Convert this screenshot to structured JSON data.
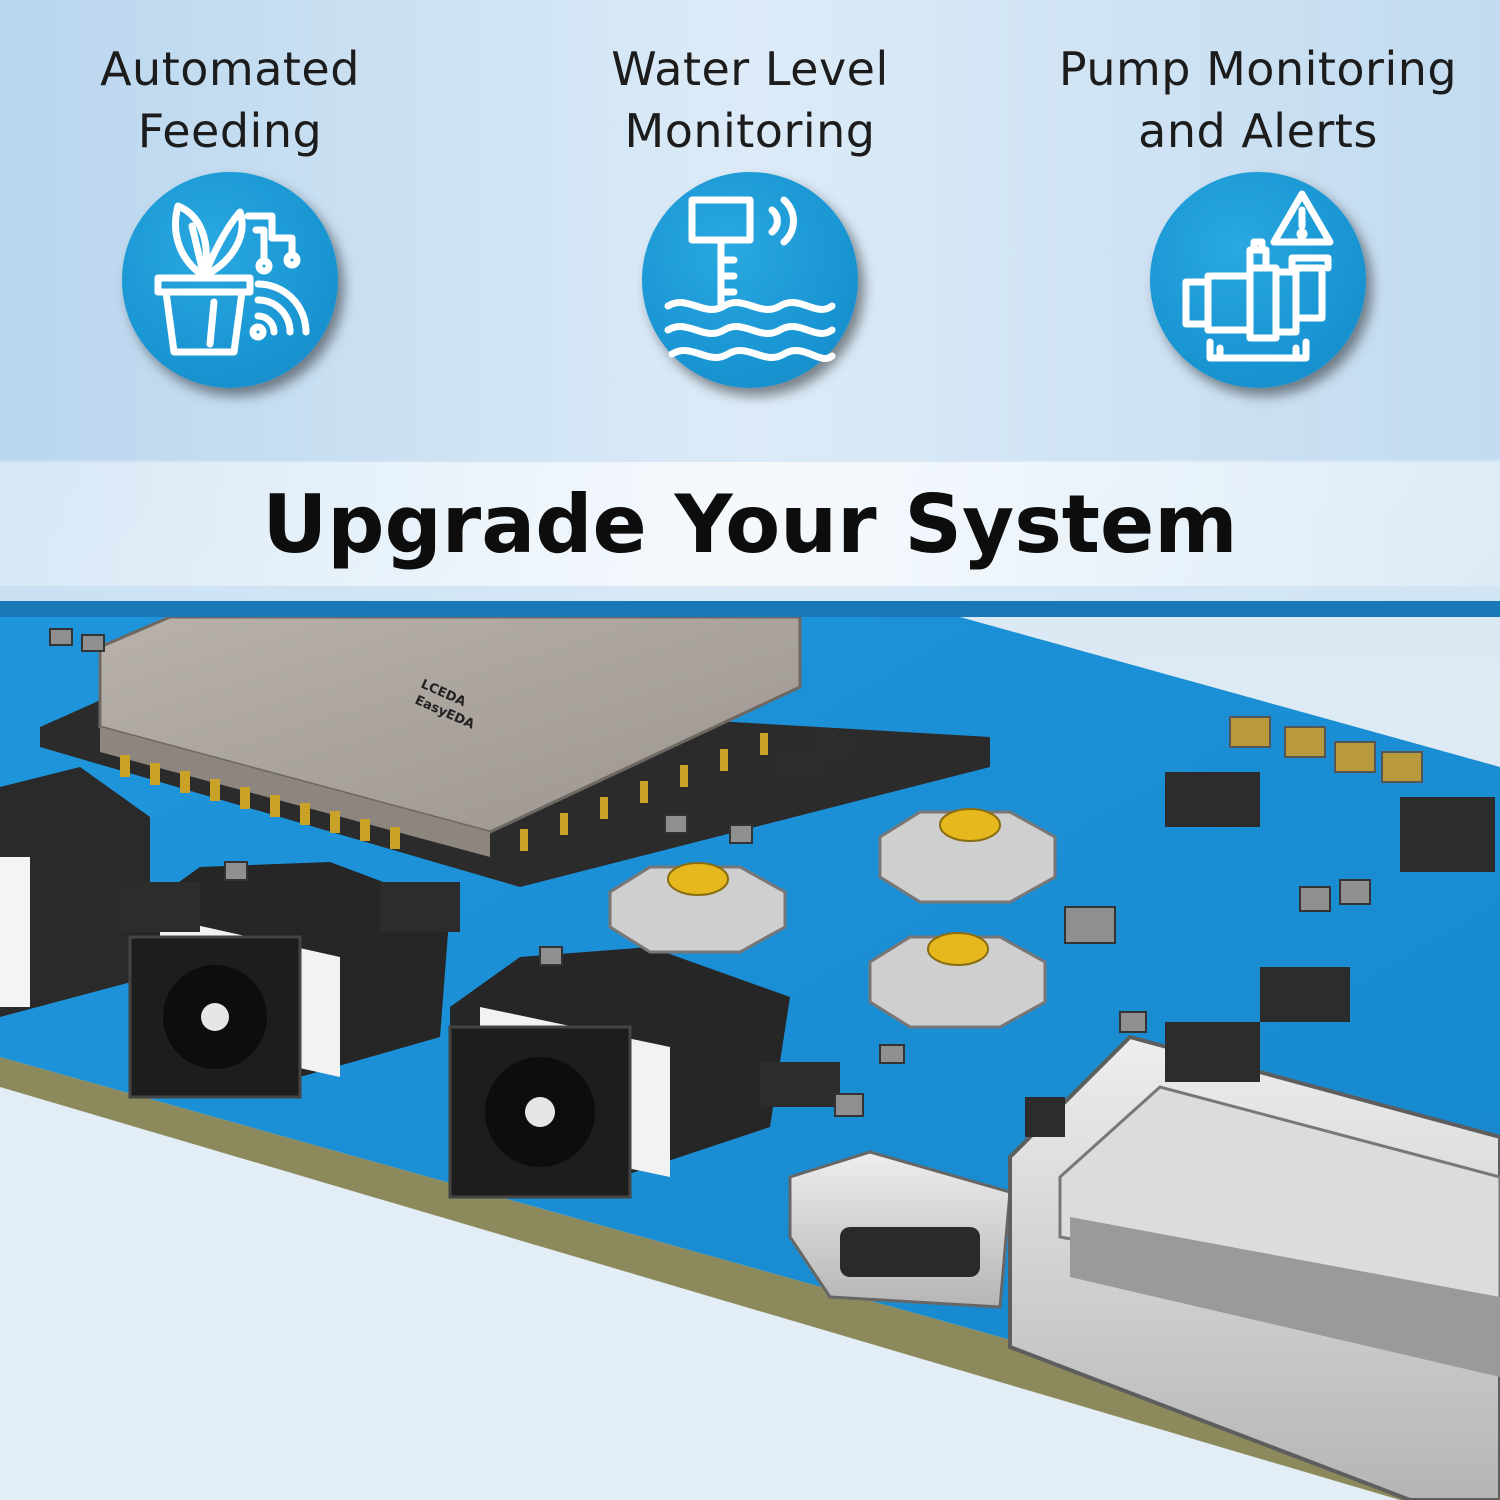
{
  "features": [
    {
      "title": "Automated\nFeeding",
      "icon": "plant-pot-icon"
    },
    {
      "title": "Water Level\nMonitoring",
      "icon": "water-level-sensor-icon"
    },
    {
      "title": "Pump Monitoring\nand Alerts",
      "icon": "pump-alert-icon"
    }
  ],
  "headline": "Upgrade Your System",
  "board": {
    "module_brand": "LCEDA",
    "module_subbrand": "EasyEDA"
  },
  "colors": {
    "icon_circle": "#1996d3",
    "pcb_blue": "#1a8fd8",
    "rule_blue": "#1878b8",
    "button_yellow": "#e6b81e"
  }
}
